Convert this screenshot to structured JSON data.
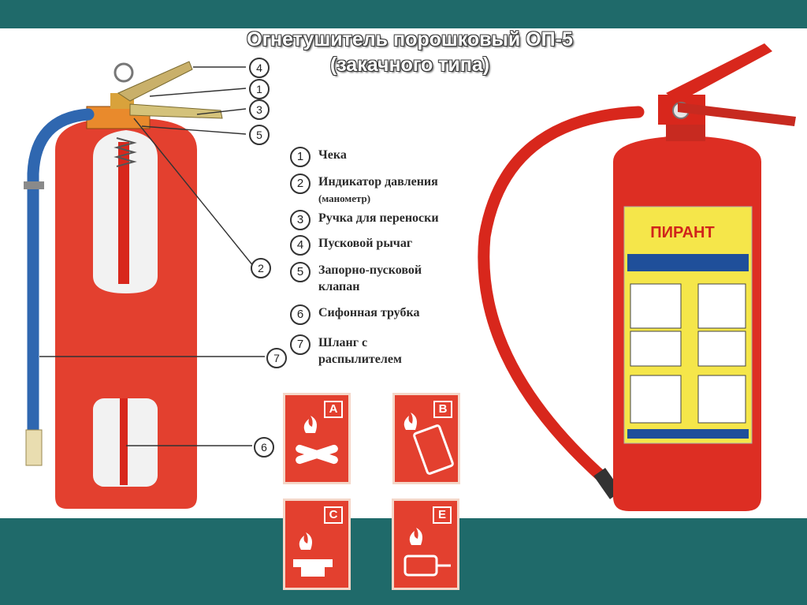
{
  "title": {
    "line1": "Огнетушитель порошковый ОП-5",
    "line2": "(закачного типа)"
  },
  "legend": [
    {
      "num": "1",
      "text": "Чека",
      "sub": ""
    },
    {
      "num": "2",
      "text": "Индикатор давления",
      "sub": "(манометр)"
    },
    {
      "num": "3",
      "text": "Ручка для переноски",
      "sub": ""
    },
    {
      "num": "4",
      "text": "Пусковой рычаг",
      "sub": ""
    },
    {
      "num": "5",
      "text": "Запорно-пусковой",
      "sub": "клапан"
    },
    {
      "num": "6",
      "text": "Сифонная трубка",
      "sub": ""
    },
    {
      "num": "7",
      "text": "Шланг с",
      "sub": "распылителем"
    }
  ],
  "callouts": {
    "c4": "4",
    "c1": "1",
    "c3": "3",
    "c5": "5",
    "c2": "2",
    "c7": "7",
    "c6": "6"
  },
  "fire_classes": [
    {
      "letter": "A",
      "icon": "burning-wood-icon"
    },
    {
      "letter": "B",
      "icon": "fuel-canister-icon"
    },
    {
      "letter": "C",
      "icon": "gas-burner-icon"
    },
    {
      "letter": "E",
      "icon": "electric-motor-icon"
    }
  ],
  "brand": "ПИРАНТ",
  "colors": {
    "teal_band": "#1f6a6a",
    "extinguisher_red": "#e3402f",
    "hose_blue": "#2f67b0"
  }
}
